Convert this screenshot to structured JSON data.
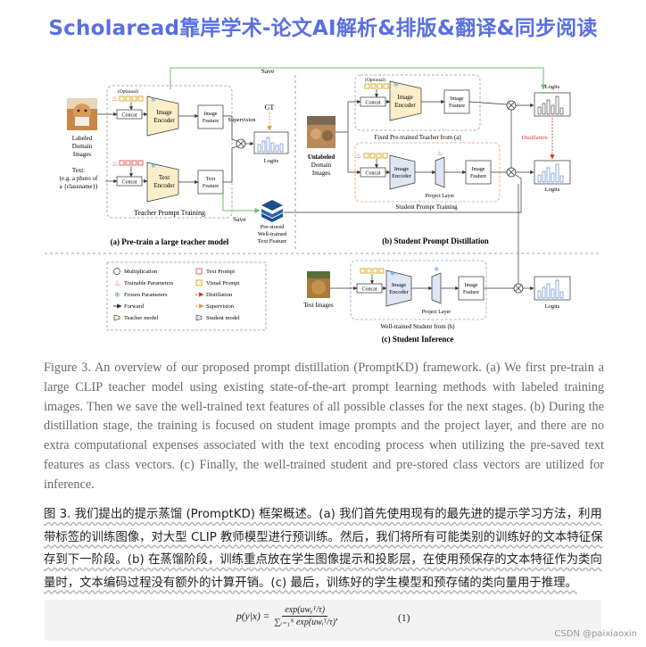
{
  "banner": {
    "title": "Scholaread靠岸学术-论文AI解析&排版&翻译&同步阅读"
  },
  "figure": {
    "panel_a": {
      "title": "(a) Pre-train a large teacher model",
      "optional": "(Optional)",
      "concat": "Concat",
      "image_encoder": [
        "Image",
        "Encoder"
      ],
      "text_encoder": [
        "Text",
        "Encoder"
      ],
      "image_feature": [
        "Image",
        "Feature"
      ],
      "text_feature": [
        "Text",
        "Feature"
      ],
      "gt": "GT",
      "supervision": "Supervision",
      "logits": "Logits",
      "labeled_images": [
        "Labeled",
        "Domain",
        "Images"
      ],
      "text_prompt": [
        "Text:",
        "(e.g. a photo of",
        "a {classname})"
      ],
      "group_label": "Teacher Prompt Training",
      "save_top": "Save",
      "save_bottom": "Save",
      "prestored": [
        "Pre-stored",
        "Well-trained",
        "Text Feature"
      ]
    },
    "panel_b": {
      "title": "(b) Student Prompt Distillation",
      "optional": "(Optional)",
      "concat_top": "Concat",
      "concat_bottom": "Concat",
      "image_encoder_top": [
        "Image",
        "Encoder"
      ],
      "image_encoder_bottom": [
        "Image",
        "Encoder"
      ],
      "image_feature_top": [
        "Image",
        "Feature"
      ],
      "image_feature_bottom": [
        "Image",
        "Feature"
      ],
      "teacher_label": "Fixed Pre-trained Teacher from (a)",
      "student_label": "Student Prompt Training",
      "project_layer": "Project Layer",
      "unlabeled_images": [
        "Unlabeled",
        "Domain",
        "Images"
      ],
      "logits_top": "Logits",
      "logits_bottom": "Logits",
      "distillation": "Distillation"
    },
    "panel_c": {
      "title": "(c) Student Inference",
      "concat": "Concat",
      "image_encoder": [
        "Image",
        "Encoder"
      ],
      "image_feature": [
        "Image",
        "Feature"
      ],
      "project_layer": "Project Layer",
      "test_images": "Test Images",
      "student_label": "Well-trained Student from (b)",
      "logits": "Logits"
    },
    "legend": [
      {
        "symbol": "multiplication",
        "label": "Multiplication"
      },
      {
        "symbol": "text-prompt",
        "label": "Text Prompt"
      },
      {
        "symbol": "trainable",
        "label": "Trainable Parameters"
      },
      {
        "symbol": "visual-prompt",
        "label": "Visual Prompt"
      },
      {
        "symbol": "frozen",
        "label": "Frozen Parameters"
      },
      {
        "symbol": "distillation",
        "label": "Distillation"
      },
      {
        "symbol": "forward",
        "label": "Forward"
      },
      {
        "symbol": "supervision",
        "label": "Supervision"
      },
      {
        "symbol": "teacher-model",
        "label": "Teacher model"
      },
      {
        "symbol": "student-model",
        "label": "Student model"
      }
    ],
    "colors": {
      "teacher": "#fbeec8",
      "student": "#dfe6f5",
      "text_prompt": "#e05050",
      "visual_prompt": "#d9a21a",
      "distillation": "#e03030",
      "supervision": "#e8932a",
      "save_arrow": "#6cbf6c",
      "logit_bar": "#4a79c8"
    }
  },
  "caption_en": "Figure 3. An overview of our proposed prompt distillation (PromptKD) framework. (a) We first pre-train a large CLIP teacher model using existing state-of-the-art prompt learning methods with labeled training images. Then we save the well-trained text features of all possible classes for the next stages. (b) During the distillation stage, the training is focused on student image prompts and the project layer, and there are no extra computational expenses associated with the text encoding process when utilizing the pre-saved text features as class vectors. (c) Finally, the well-trained student and pre-stored class vectors are utilized for inference.",
  "caption_zh": "图 3. 我们提出的提示蒸馏 (PromptKD) 框架概述。(a) 我们首先使用现有的最先进的提示学习方法，利用带标签的训练图像，对大型 CLIP 教师模型进行预训练。然后，我们将所有可能类别的训练好的文本特征保存到下一阶段。(b) 在蒸馏阶段，训练重点放在学生图像提示和投影层，在使用预保存的文本特征作为类向量时，文本编码过程没有额外的计算开销。(c) 最后，训练好的学生模型和预存储的类向量用于推理。",
  "equation": {
    "lhs": "p(y|x) =",
    "numerator": "exp(uwᵧᵀ/τ)",
    "denominator": "∑ᵢ₌₁ᴺ exp(uwᵢᵀ/τ)",
    "tail": ",",
    "number": "(1)"
  },
  "watermark": "CSDN @paixiaoxin"
}
